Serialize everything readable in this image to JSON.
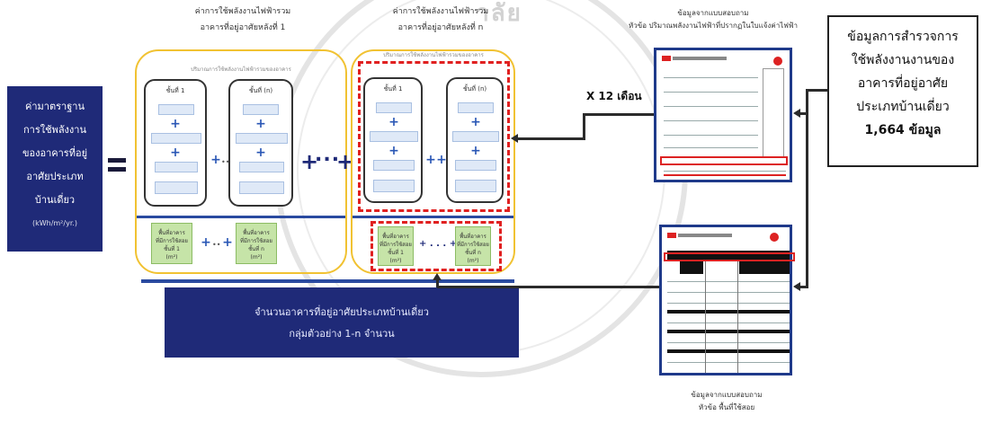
{
  "left_box": {
    "lines": [
      "ค่ามาตราฐาน",
      "การใช้พลังงาน",
      "ของอาคารที่อยู่",
      "อาศัยประเภท",
      "บ้านเดี่ยว"
    ],
    "unit": "(kWh/m²/yr.)"
  },
  "watermark": "าลัย",
  "group1": {
    "title_line1": "ค่าการใช้พลังงานไฟฟ้ารวม",
    "title_line2": "อาคารที่อยู่อาศัยหลังที่ 1",
    "subtitle": "ปริมาณการใช้พลังงานไฟฟ้ารวมของอาคาร",
    "floor1": "ชั้นที่ 1",
    "floor2": "ชั้นที่ (n)",
    "green1": [
      "พื้นที่อาคาร",
      "ที่มีการใช้สอย",
      "ชั้นที่ 1",
      "(m²)"
    ],
    "green2": [
      "พื้นที่อาคาร",
      "ที่มีการใช้สอย",
      "ชั้นที่ n",
      "(m²)"
    ]
  },
  "group2": {
    "title_line1": "ค่าการใช้พลังงานไฟฟ้ารวม",
    "title_line2": "อาคารที่อยู่อาศัยหลังที่ n",
    "subtitle": "ปริมาณการใช้พลังงานไฟฟ้ารวมของอาคาร",
    "floor1": "ชั้นที่ 1",
    "floor2": "ชั้นที่ (n)",
    "green1": [
      "พื้นที่อาคาร",
      "ที่มีการใช้สอย",
      "ชั้นที่ 1",
      "(m²)"
    ],
    "green2": [
      "พื้นที่อาคาร",
      "ที่มีการใช้สอย",
      "ชั้นที่ n",
      "(m²)"
    ]
  },
  "bottom_box": {
    "line1": "จำนวนอาคารที่อยู่อาศัยประเภทบ้านเดี่ยว",
    "line2": "กลุ่มตัวอย่าง 1-n จำนวน"
  },
  "doc_top": {
    "title_line1": "ข้อมูลจากแบบสอบถาม",
    "title_line2": "หัวข้อ ปริมาณพลังงานไฟฟ้าที่ปรากฏในใบแจ้งค่าไฟฟ้า"
  },
  "doc_bottom": {
    "title_line1": "ข้อมูลจากแบบสอบถาม",
    "title_line2": "หัวข้อ พื้นที่ใช้สอย"
  },
  "x12_label": "X 12 เดือน",
  "right_box": {
    "lines": [
      "ข้อมูลการสำรวจการ",
      "ใช้พลังงานงานของ",
      "อาคารที่อยู่อาศัย",
      "ประเภทบ้านเดี่ยว"
    ],
    "count": "1,664 ข้อมูล"
  },
  "colors": {
    "navy": "#1f2a78",
    "group_border": "#f1c232",
    "highlight_dash": "#e02020",
    "green_fill": "#c6e4a8"
  }
}
